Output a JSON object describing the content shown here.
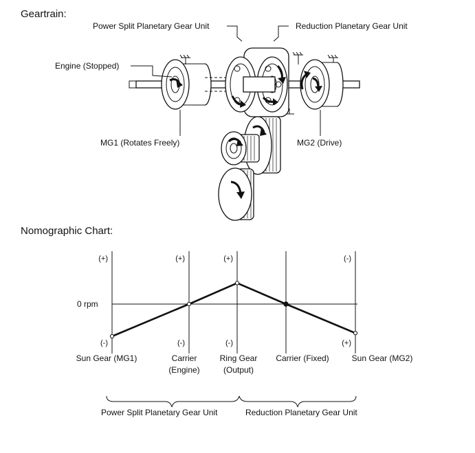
{
  "geartrain": {
    "heading": "Geartrain:",
    "label_power_split": "Power Split Planetary Gear Unit",
    "label_reduction": "Reduction Planetary Gear Unit",
    "label_engine": "Engine (Stopped)",
    "label_mg1": "MG1 (Rotates Freely)",
    "label_mg2": "MG2 (Drive)"
  },
  "nomograph": {
    "heading": "Nomographic Chart:",
    "zero_label": "0 rpm",
    "axes": [
      {
        "name_line1": "Sun Gear (MG1)",
        "name_line2": "",
        "top_sign": "(+)",
        "bottom_sign": "(-)",
        "speed": -1.0,
        "filled": false
      },
      {
        "name_line1": "Carrier",
        "name_line2": "(Engine)",
        "top_sign": "(+)",
        "bottom_sign": "(-)",
        "speed": 0.0,
        "filled": false
      },
      {
        "name_line1": "Ring Gear",
        "name_line2": "(Output)",
        "top_sign": "(+)",
        "bottom_sign": "(-)",
        "speed": 0.65,
        "filled": false
      },
      {
        "name_line1": "Carrier (Fixed)",
        "name_line2": "",
        "top_sign": "",
        "bottom_sign": "",
        "speed": 0.0,
        "filled": true
      },
      {
        "name_line1": "Sun Gear (MG2)",
        "name_line2": "",
        "top_sign": "(-)",
        "bottom_sign": "(+)",
        "speed": -0.9,
        "filled": false
      }
    ],
    "group_left": "Power Split Planetary Gear Unit",
    "group_right": "Reduction Planetary Gear Unit"
  }
}
